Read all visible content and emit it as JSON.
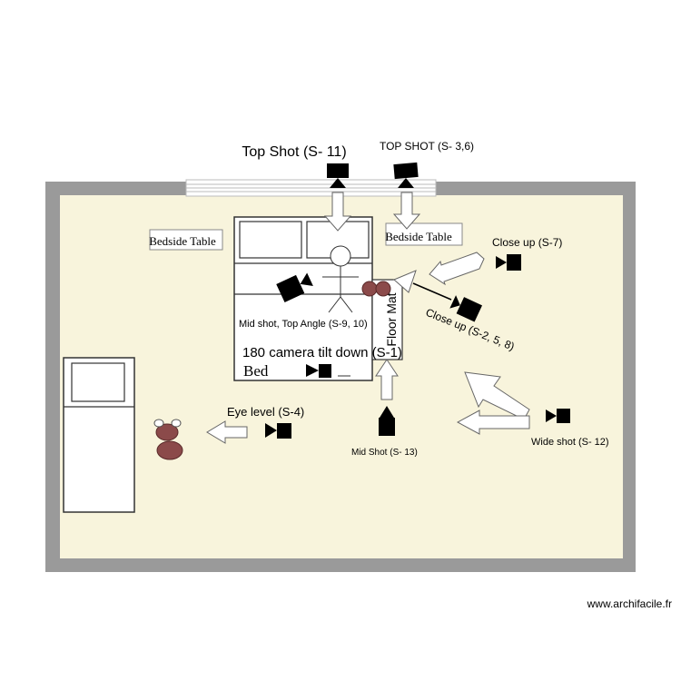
{
  "colors": {
    "floor": "#f8f4dc",
    "wall": "#9a9a9a",
    "camera": "#000000",
    "character": "#8b4a4a"
  },
  "labels": {
    "top_shot_11": "Top Shot (S- 11)",
    "top_shot_36": "TOP SHOT (S- 3,6)",
    "bedside_table_left": "Bedside Table",
    "bedside_table_right": "Bedside Table",
    "close_up_7": "Close up (S-7)",
    "close_up_258": "Close up (S-2, 5, 8)",
    "mid_shot_top_angle": "Mid shot, Top Angle (S-9, 10)",
    "camera_tilt": "180 camera tilt down (S-1)",
    "bed": "Bed",
    "floor_mat": "Floor Mat",
    "eye_level": "Eye level (S-4)",
    "mid_shot_13": "Mid Shot (S- 13)",
    "wide_shot_12": "Wide shot (S- 12)",
    "watermark": "www.archifacile.fr"
  },
  "icons": [
    "camera-icon",
    "arrow-icon",
    "stick-figure-icon",
    "character-icon"
  ]
}
